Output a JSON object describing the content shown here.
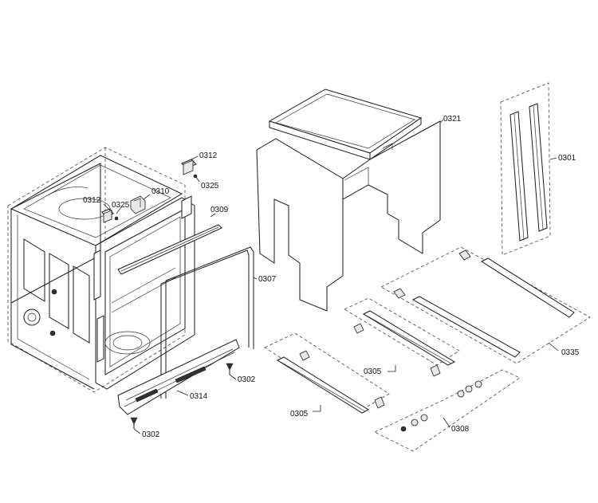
{
  "labels": {
    "p0321": "0321",
    "p0301": "0301",
    "p0312a": "0312",
    "p0325a": "0325",
    "p0310": "0310",
    "p0312b": "0312",
    "p0325b": "0325",
    "p0309": "0309",
    "p0307": "0307",
    "p0302a": "0302",
    "p0314": "0314",
    "p0302b": "0302",
    "p0305a": "0305",
    "p0305b": "0305",
    "p0335": "0335",
    "p0308": "0308"
  }
}
